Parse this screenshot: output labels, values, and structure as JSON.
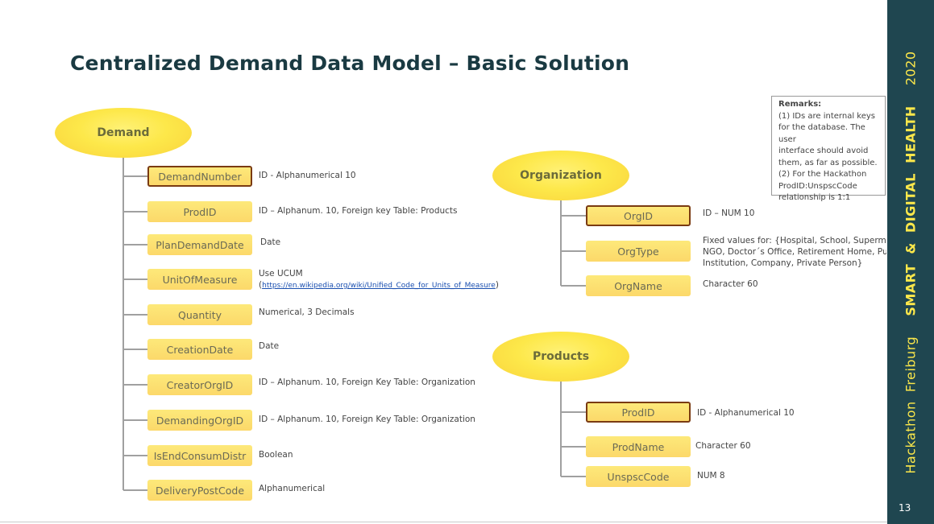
{
  "title": "Centralized Demand Data Model – Basic Solution",
  "entities": {
    "demand": {
      "name": "Demand",
      "fields": [
        {
          "label": "DemandNumber",
          "key": true,
          "desc": "ID - Alphanumerical 10"
        },
        {
          "label": "ProdID",
          "key": false,
          "desc": "ID – Alphanum. 10, Foreign key Table: Products"
        },
        {
          "label": "PlanDemandDate",
          "key": false,
          "desc": "Date"
        },
        {
          "label": "UnitOfMeasure",
          "key": false,
          "desc": "Use UCUM",
          "link": "https://en.wikipedia.org/wiki/Unified_Code_for_Units_of_Measure"
        },
        {
          "label": "Quantity",
          "key": false,
          "desc": "Numerical, 3 Decimals"
        },
        {
          "label": "CreationDate",
          "key": false,
          "desc": "Date"
        },
        {
          "label": "CreatorOrgID",
          "key": false,
          "desc": "ID – Alphanum. 10, Foreign Key Table: Organization"
        },
        {
          "label": "DemandingOrgID",
          "key": false,
          "desc": "ID – Alphanum. 10, Foreign Key Table: Organization"
        },
        {
          "label": "IsEndConsumDistr",
          "key": false,
          "desc": "Boolean"
        },
        {
          "label": "DeliveryPostCode",
          "key": false,
          "desc": "Alphanumerical"
        }
      ]
    },
    "organization": {
      "name": "Organization",
      "fields": [
        {
          "label": "OrgID",
          "key": true,
          "desc": "ID – NUM 10"
        },
        {
          "label": "OrgType",
          "key": false,
          "desc_lines": [
            "Fixed values for: {Hospital, School, Supermarket,",
            "NGO, Doctor´s Office, Retirement Home, Public",
            "Institution, Company, Private Person}"
          ]
        },
        {
          "label": "OrgName",
          "key": false,
          "desc": "Character 60"
        }
      ]
    },
    "products": {
      "name": "Products",
      "fields": [
        {
          "label": "ProdID",
          "key": true,
          "desc": "ID - Alphanumerical 10"
        },
        {
          "label": "ProdName",
          "key": false,
          "desc": "Character 60"
        },
        {
          "label": "UnspscCode",
          "key": false,
          "desc": "NUM 8"
        }
      ]
    }
  },
  "remarks": {
    "title": "Remarks:",
    "lines": [
      "(1) IDs are internal keys",
      "for the database. The user",
      "interface should avoid",
      "them, as far as possible.",
      "(2) For the Hackathon",
      "ProdID:UnspscCode",
      "relationship is 1:1"
    ]
  },
  "sidebar": {
    "part1": "Hackathon  Freiburg",
    "part2": "SMART  &  DIGITAL  HEALTH",
    "year": "2020",
    "page_number": "13"
  },
  "colors": {
    "sidebar_bg": "#1f4650",
    "accent_yellow": "#fde84a",
    "key_border": "#7a3b12",
    "title_color": "#1a3a42"
  }
}
